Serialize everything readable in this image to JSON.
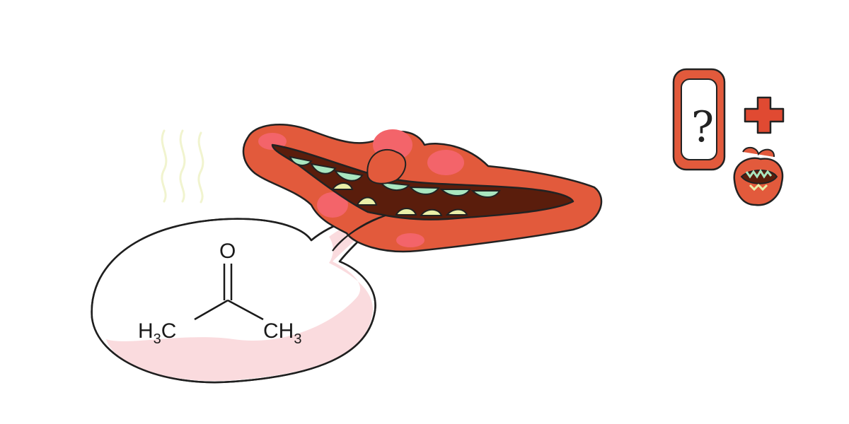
{
  "illustration": {
    "formula": {
      "oxygen": "O",
      "left_group": {
        "main": "H",
        "sub": "3",
        "tail": "C"
      },
      "right_group": {
        "main": "CH",
        "sub": "3"
      }
    },
    "phone_screen_symbol": "?",
    "colors": {
      "lip_red": "#e25a3c",
      "lip_highlight": "#f3646a",
      "lip_outline": "#222222",
      "mouth_dark": "#5a1d0c",
      "teeth_green": "#a9e6c0",
      "teeth_yellow": "#e9efa8",
      "bubble_fill": "#ffffff",
      "bubble_shade": "#f9d7da",
      "odor_lines": "#f1f4cf",
      "cross": "#e04a32"
    }
  }
}
